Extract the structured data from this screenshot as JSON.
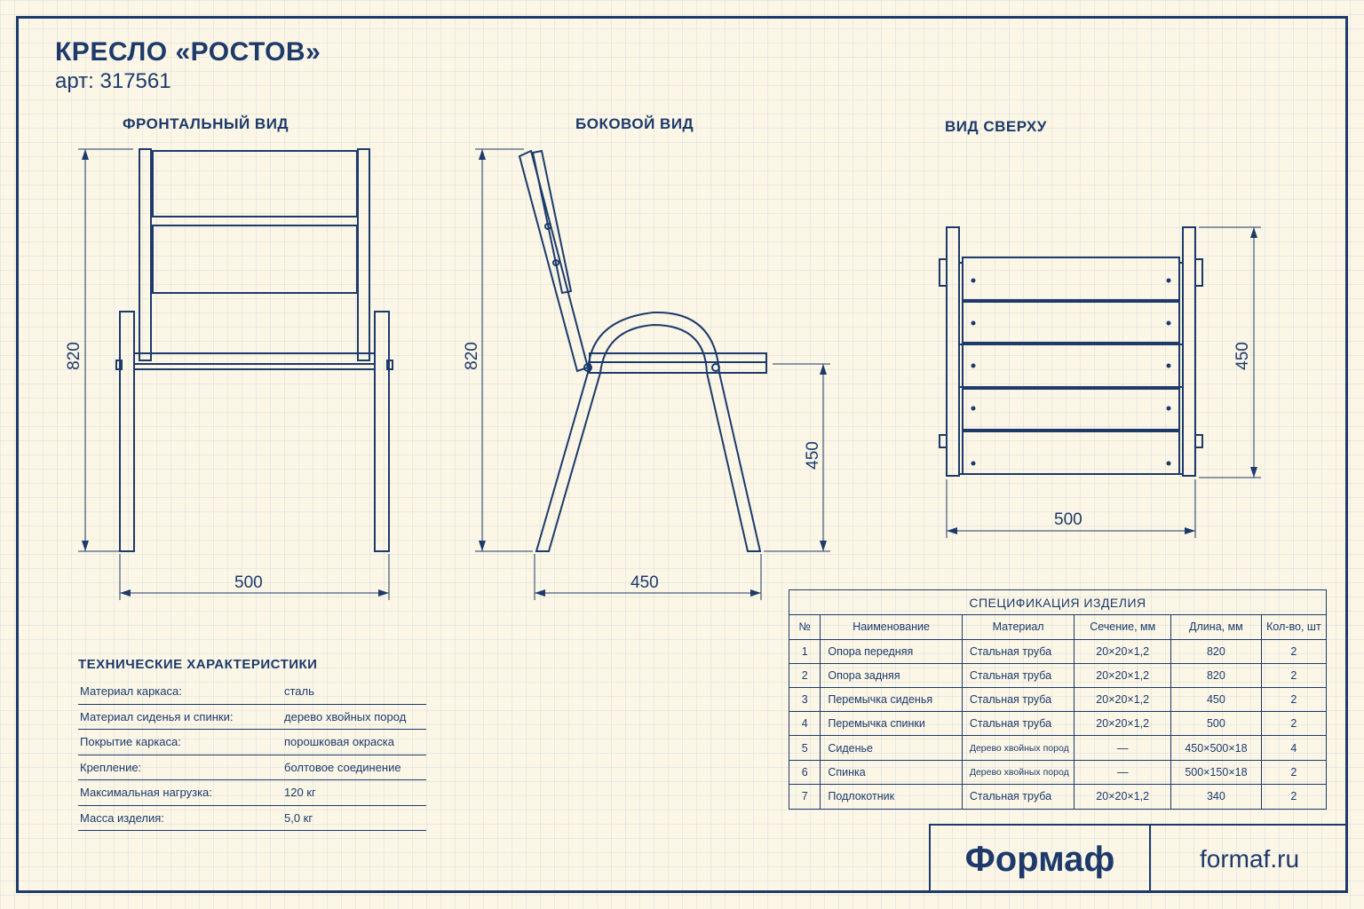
{
  "header": {
    "title": "КРЕСЛО «РОСТОВ»",
    "article": "арт: 317561"
  },
  "views": {
    "front": {
      "label": "ФРОНТАЛЬНЫЙ ВИД",
      "height": "820",
      "width": "500"
    },
    "side": {
      "label": "БОКОВОЙ ВИД",
      "height": "820",
      "seat_height": "450",
      "depth": "450"
    },
    "top": {
      "label": "ВИД СВЕРХУ",
      "depth": "450",
      "width": "500"
    }
  },
  "tech": {
    "title": "ТЕХНИЧЕСКИЕ ХАРАКТЕРИСТИКИ",
    "rows": [
      {
        "key": "Материал каркаса:",
        "value": "сталь"
      },
      {
        "key": "Материал сиденья и спинки:",
        "value": "дерево хвойных пород"
      },
      {
        "key": "Покрытие каркаса:",
        "value": "порошковая окраска"
      },
      {
        "key": "Крепление:",
        "value": "болтовое соединение"
      },
      {
        "key": "Максимальная нагрузка:",
        "value": "120 кг"
      },
      {
        "key": "Масса изделия:",
        "value": "5,0 кг"
      }
    ]
  },
  "spec": {
    "title": "СПЕЦИФИКАЦИЯ ИЗДЕЛИЯ",
    "headers": [
      "№",
      "Наименование",
      "Материал",
      "Сечение, мм",
      "Длина, мм",
      "Кол-во, шт"
    ],
    "rows": [
      [
        "1",
        "Опора передняя",
        "Стальная труба",
        "20×20×1,2",
        "820",
        "2"
      ],
      [
        "2",
        "Опора задняя",
        "Стальная труба",
        "20×20×1,2",
        "820",
        "2"
      ],
      [
        "3",
        "Перемычка сиденья",
        "Стальная труба",
        "20×20×1,2",
        "450",
        "2"
      ],
      [
        "4",
        "Перемычка спинки",
        "Стальная труба",
        "20×20×1,2",
        "500",
        "2"
      ],
      [
        "5",
        "Сиденье",
        "Дерево хвойных пород",
        "—",
        "450×500×18",
        "4"
      ],
      [
        "6",
        "Спинка",
        "Дерево хвойных пород",
        "—",
        "500×150×18",
        "2"
      ],
      [
        "7",
        "Подлокотник",
        "Стальная труба",
        "20×20×1,2",
        "340",
        "2"
      ]
    ]
  },
  "footer": {
    "brand": "Формаф",
    "url": "formaf.ru"
  }
}
